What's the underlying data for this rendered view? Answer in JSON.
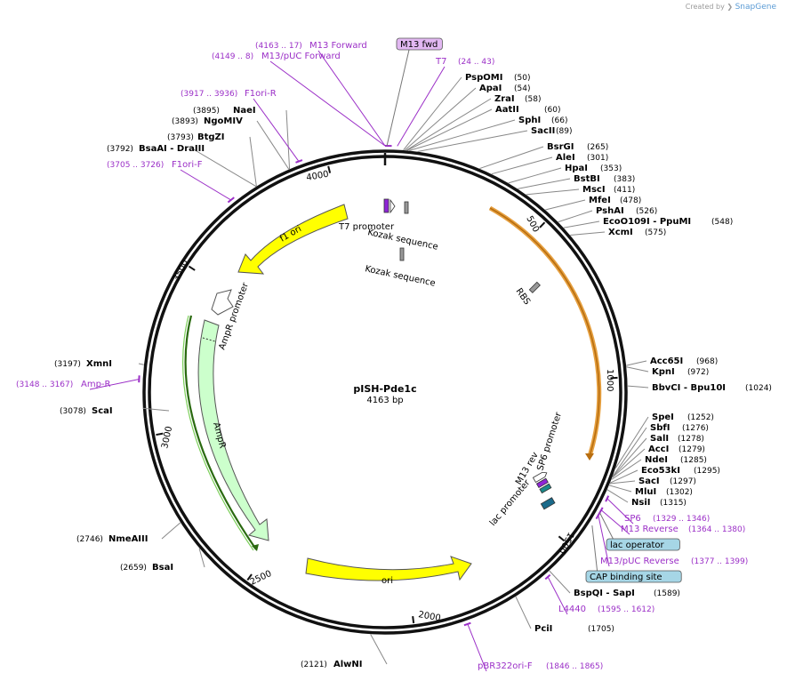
{
  "credit": {
    "prefix": "Created by",
    "brand": "SnapGene"
  },
  "plasmid": {
    "name": "pISH-Pde1c",
    "size_label": "4163 bp",
    "length": 4163
  },
  "ticks": [
    {
      "pos": 500,
      "label": "500"
    },
    {
      "pos": 1000,
      "label": "1000"
    },
    {
      "pos": 1500,
      "label": "1500"
    },
    {
      "pos": 2000,
      "label": "2000"
    },
    {
      "pos": 2500,
      "label": "2500"
    },
    {
      "pos": 3000,
      "label": "3000"
    },
    {
      "pos": 3500,
      "label": "3500"
    },
    {
      "pos": 4000,
      "label": "4000"
    }
  ],
  "sites": [
    {
      "name": "PspOMI",
      "pos": "(50)"
    },
    {
      "name": "ApaI",
      "pos": "(54)"
    },
    {
      "name": "ZraI",
      "pos": "(58)"
    },
    {
      "name": "AatII",
      "pos": "(60)"
    },
    {
      "name": "SphI",
      "pos": "(66)"
    },
    {
      "name": "SacII",
      "pos": "(89)"
    },
    {
      "name": "BsrGI",
      "pos": "(265)"
    },
    {
      "name": "AleI",
      "pos": "(301)"
    },
    {
      "name": "HpaI",
      "pos": "(353)"
    },
    {
      "name": "BstBI",
      "pos": "(383)"
    },
    {
      "name": "MscI",
      "pos": "(411)"
    },
    {
      "name": "MfeI",
      "pos": "(478)"
    },
    {
      "name": "PshAI",
      "pos": "(526)"
    },
    {
      "name": "EcoO109I - PpuMI",
      "pos": "(548)"
    },
    {
      "name": "XcmI",
      "pos": "(575)"
    },
    {
      "name": "Acc65I",
      "pos": "(968)"
    },
    {
      "name": "KpnI",
      "pos": "(972)"
    },
    {
      "name": "BbvCI - Bpu10I",
      "pos": "(1024)"
    },
    {
      "name": "SpeI",
      "pos": "(1252)"
    },
    {
      "name": "SbfI",
      "pos": "(1276)"
    },
    {
      "name": "SalI",
      "pos": "(1278)"
    },
    {
      "name": "AccI",
      "pos": "(1279)"
    },
    {
      "name": "NdeI",
      "pos": "(1285)"
    },
    {
      "name": "Eco53kI",
      "pos": "(1295)"
    },
    {
      "name": "SacI",
      "pos": "(1297)"
    },
    {
      "name": "MluI",
      "pos": "(1302)"
    },
    {
      "name": "NsiI",
      "pos": "(1315)"
    },
    {
      "name": "BspQI - SapI",
      "pos": "(1589)"
    },
    {
      "name": "PciI",
      "pos": "(1705)"
    },
    {
      "name": "AlwNI",
      "pos": "(2121)"
    },
    {
      "name": "BsaI",
      "pos": "(2659)"
    },
    {
      "name": "NmeAIII",
      "pos": "(2746)"
    },
    {
      "name": "ScaI",
      "pos": "(3078)"
    },
    {
      "name": "XmnI",
      "pos": "(3197)"
    },
    {
      "name": "BsaAI - DraIII",
      "pos": "(3792)"
    },
    {
      "name": "BtgZI",
      "pos": "(3793)"
    },
    {
      "name": "NgoMIV",
      "pos": "(3893)"
    },
    {
      "name": "NaeI",
      "pos": "(3895)"
    }
  ],
  "primers": [
    {
      "name": "M13 fwd",
      "pos": ""
    },
    {
      "name": "T7",
      "pos": "(24 .. 43)"
    },
    {
      "name": "M13 Forward",
      "pos": "(4163 .. 17)"
    },
    {
      "name": "M13/pUC Forward",
      "pos": "(4149 .. 8)"
    },
    {
      "name": "F1ori-R",
      "pos": "(3917 .. 3936)"
    },
    {
      "name": "F1ori-F",
      "pos": "(3705 .. 3726)"
    },
    {
      "name": "Amp-R",
      "pos": "(3148 .. 3167)"
    },
    {
      "name": "SP6",
      "pos": "(1329 .. 1346)"
    },
    {
      "name": "M13 Reverse",
      "pos": "(1364 .. 1380)"
    },
    {
      "name": "lac operator",
      "pos": ""
    },
    {
      "name": "M13/pUC Reverse",
      "pos": "(1377 .. 1399)"
    },
    {
      "name": "CAP binding site",
      "pos": ""
    },
    {
      "name": "L4440",
      "pos": "(1595 .. 1612)"
    },
    {
      "name": "pBR322ori-F",
      "pos": "(1846 .. 1865)"
    }
  ],
  "features": [
    {
      "name": "T7 promoter"
    },
    {
      "name": "Kozak sequence"
    },
    {
      "name": "Kozak sequence"
    },
    {
      "name": "RBS"
    },
    {
      "name": "f1 ori"
    },
    {
      "name": "AmpR promoter"
    },
    {
      "name": "AmpR"
    },
    {
      "name": "ori"
    },
    {
      "name": "SP6 promoter"
    },
    {
      "name": "M13 rev"
    },
    {
      "name": "lac promoter"
    }
  ]
}
